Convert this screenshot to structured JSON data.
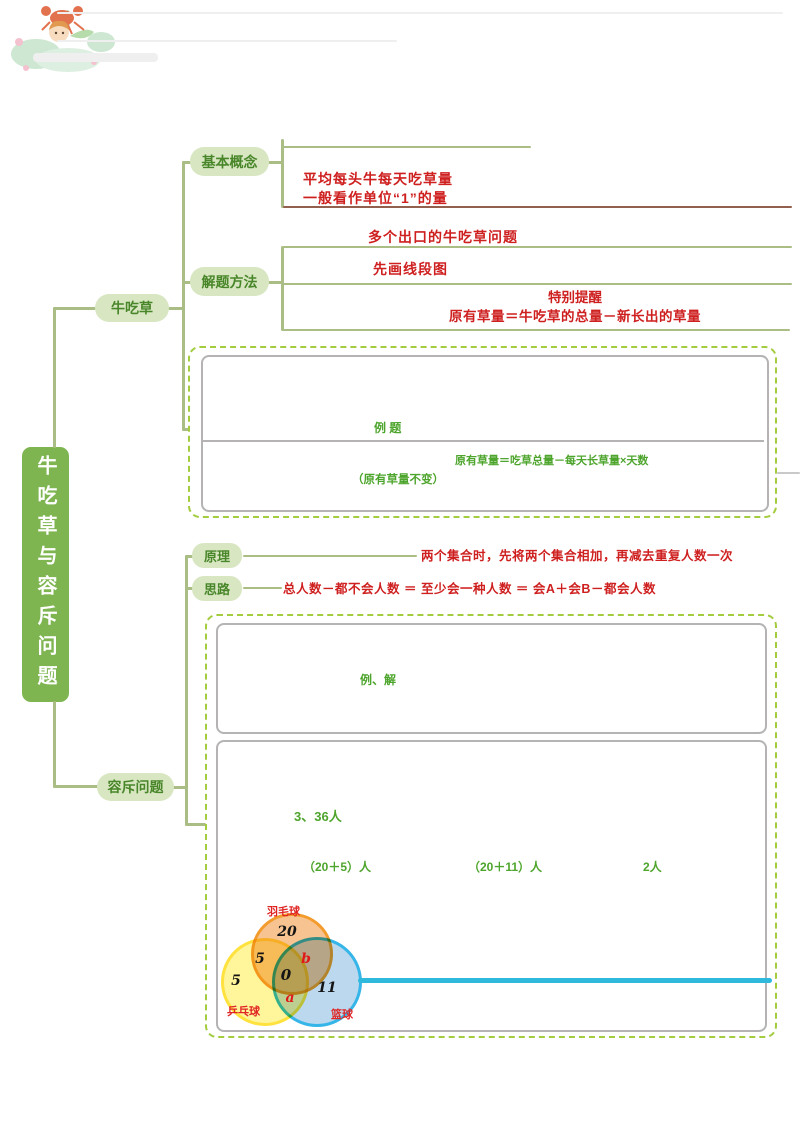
{
  "colors": {
    "root_bg": "#7eb550",
    "node_bg": "#d8e7c2",
    "node_text": "#49862a",
    "branch_line": "#a9bd85",
    "red_text": "#cf2020",
    "green_text": "#4ea52d",
    "boundary_border": "#a3cc3f",
    "card_border": "#b5b3b3",
    "dark_line": "#93604f",
    "teal_line": "#2fb9dc",
    "venn_top_border": "#f39c2e",
    "venn_left_border": "#ffe23e",
    "venn_right_border": "#36b6e8"
  },
  "root": {
    "title": "牛吃草与容斥问题"
  },
  "cow": {
    "label": "牛吃草",
    "concepts": {
      "label": "基本概念",
      "note_line1": "平均每头牛每天吃草量",
      "note_line2": "一般看作单位“1”的量"
    },
    "methods": {
      "label": "解题方法",
      "item1": "多个出口的牛吃草问题",
      "item2": "先画线段图",
      "tip_title": "特别提醒",
      "tip_text": "原有草量＝牛吃草的总量－新长出的草量"
    },
    "example": {
      "caption": "例 题",
      "formula": "原有草量＝吃草总量－每天长草量×天数",
      "note": "（原有草量不变）"
    }
  },
  "inclusion": {
    "label": "容斥问题",
    "principle": {
      "label": "原理",
      "text": "两个集合时，先将两个集合相加，再减去重复人数一次"
    },
    "approach": {
      "label": "思路",
      "text": "总人数－都不会人数 ＝ 至少会一种人数 ＝ 会A＋会B－都会人数"
    },
    "example1": {
      "caption": "例、解"
    },
    "example2": {
      "answer1": "3、36人",
      "answer2": "（20＋5）人",
      "answer3": "（20＋11）人",
      "answer4": "2人"
    }
  },
  "venn": {
    "labels": {
      "top": "羽毛球",
      "left": "乒乓球",
      "right": "篮球"
    },
    "values": {
      "top_only": "20",
      "top_left": "5",
      "center": "0",
      "top_right": "b",
      "left_only": "5",
      "left_right": "a",
      "right_only": "11"
    }
  }
}
